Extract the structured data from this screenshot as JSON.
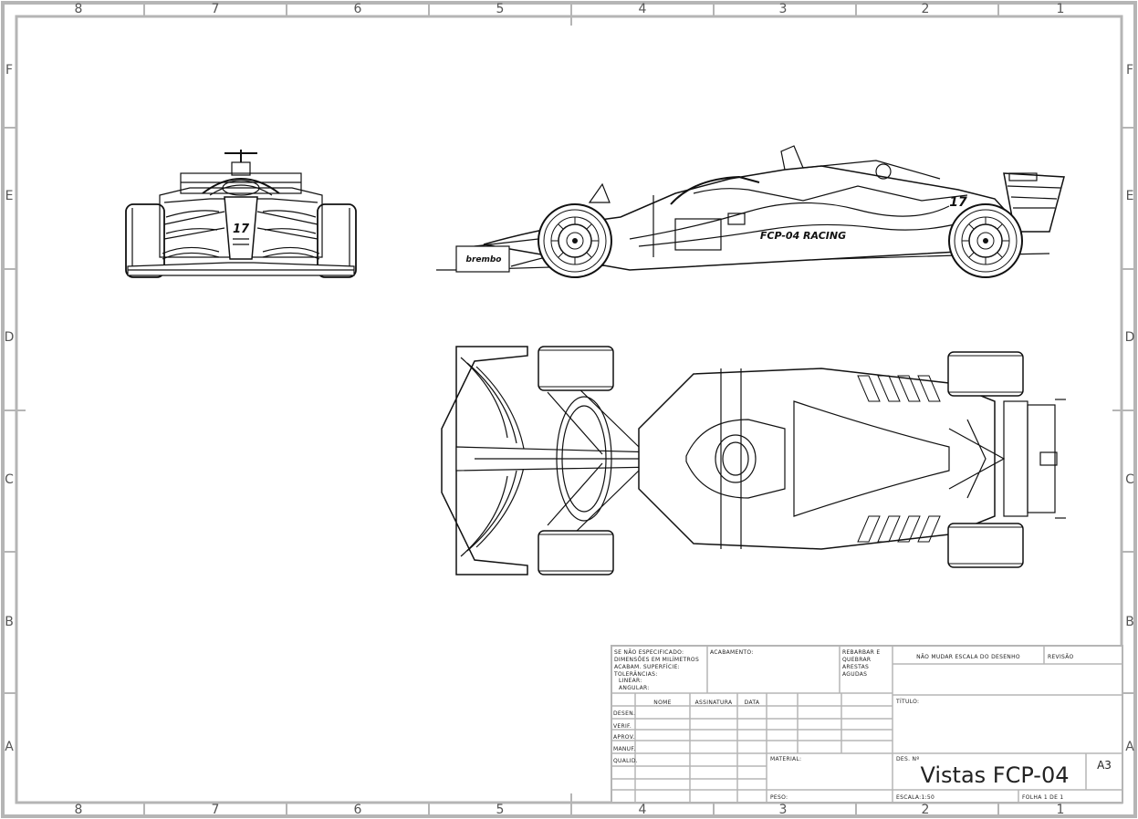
{
  "sheet": {
    "col_labels": [
      "8",
      "7",
      "6",
      "5",
      "4",
      "3",
      "2",
      "1"
    ],
    "row_labels": [
      "F",
      "E",
      "D",
      "C",
      "B",
      "A"
    ],
    "frame_color": "#b5b5b5",
    "line_color": "#111111"
  },
  "car": {
    "number": "17",
    "sponsor_front_wing": "brembo",
    "team_livery": "FCP-04 RACING"
  },
  "title_block": {
    "general_notes": [
      "SE NÃO ESPECIFICADO:",
      "DIMENSÕES EM MILÍMETROS",
      "ACABAM. SUPERFÍCIE:",
      "TOLERÂNCIAS:",
      "LINEAR:",
      "ANGULAR:"
    ],
    "finish_label": "ACABAMENTO:",
    "deburr_notes": [
      "REBARBAR E",
      "QUEBRAR",
      "ARESTAS",
      "AGUDAS"
    ],
    "scale_note": "NÃO MUDAR ESCALA DO DESENHO",
    "revision_label": "REVISÃO",
    "column_headers": [
      "NOME",
      "ASSINATURA",
      "DATA"
    ],
    "row_roles": [
      "DESEN.",
      "VERIF.",
      "APROV.",
      "MANUF.",
      "QUALID."
    ],
    "title_label": "TÍTULO:",
    "material_label": "MATERIAL:",
    "drawing_no_label": "DES. Nº",
    "drawing_title": "Vistas FCP-04",
    "sheet_size": "A3",
    "weight_label": "PESO:",
    "scale_label": "ESCALA:1:50",
    "sheet_count": "FOLHA 1 DE 1"
  }
}
